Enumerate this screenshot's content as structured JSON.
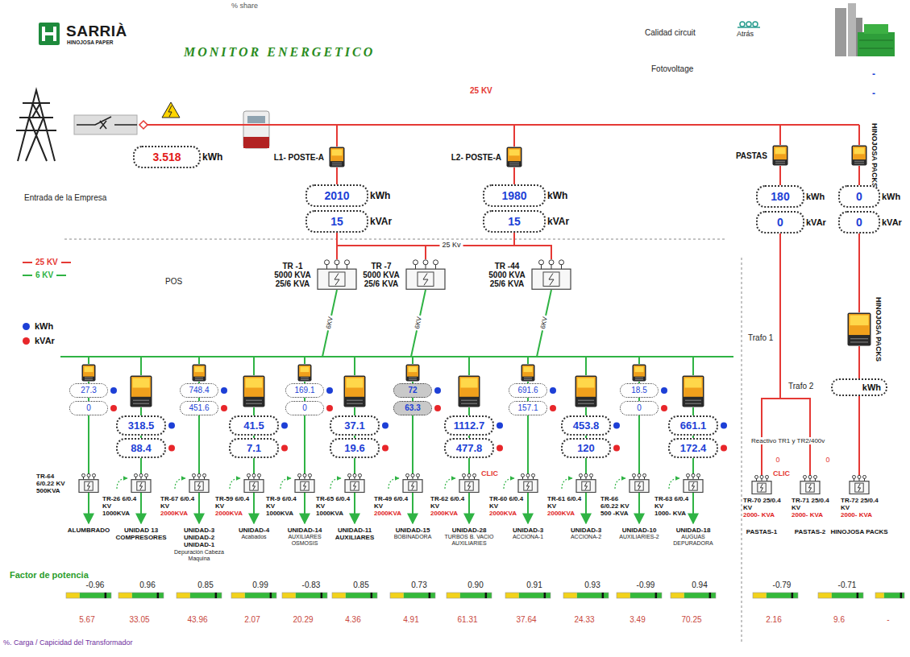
{
  "diagram": {
    "title": "MONITOR ENERGETICO",
    "nodes": [
      {
        "text": [
          "3.518",
          "kWh"
        ]
      },
      {
        "text": [
          "L1- POSTE-A"
        ]
      },
      {
        "text": [
          "2010",
          "kWh"
        ]
      },
      {
        "text": [
          "15",
          "kVAr"
        ]
      },
      {
        "text": [
          "L2- POSTE-A"
        ]
      },
      {
        "text": [
          "1980",
          "kWh"
        ]
      },
      {
        "text": [
          "15",
          "kVAr"
        ]
      },
      {
        "text": [
          "PASTAS"
        ]
      },
      {
        "text": [
          "180",
          "kWh"
        ]
      },
      {
        "text": [
          "0",
          "kVAr"
        ]
      },
      {
        "text": [
          "HINOJOSA PACKS"
        ]
      },
      {
        "text": [
          "0",
          "kWh"
        ]
      },
      {
        "text": [
          "0",
          "kVAr"
        ]
      },
      {
        "text": [
          "TR -1 5000 KVA 25/6 KVA"
        ]
      },
      {
        "text": [
          "TR -7 5000 KVA 25/6 KVA"
        ]
      },
      {
        "text": [
          "TR -44 5000 KVA 25/6 KVA"
        ]
      },
      {
        "text": [
          "27.3"
        ]
      },
      {
        "text": [
          "0"
        ]
      },
      {
        "text": [
          "TR-64 6/0.22 KV",
          "500KVA"
        ]
      },
      {
        "text": [
          "318.5"
        ]
      },
      {
        "text": [
          "88.4"
        ]
      },
      {
        "text": [
          "TR-26 6/0.4 KV",
          "1000KVA"
        ]
      },
      {
        "text": [
          "748.4"
        ]
      },
      {
        "text": [
          "451.6"
        ]
      },
      {
        "text": [
          "TR-67 6/0.4 KV",
          "2000KVA"
        ]
      },
      {
        "text": [
          "41.5"
        ]
      },
      {
        "text": [
          "7.1"
        ]
      },
      {
        "text": [
          "TR-59 6/0.4 KV",
          "2000KVA"
        ]
      },
      {
        "text": [
          "169.1"
        ]
      },
      {
        "text": [
          "0"
        ]
      },
      {
        "text": [
          "TR-9 6/0.4 KV",
          "1000KVA"
        ]
      },
      {
        "text": [
          "37.1"
        ]
      },
      {
        "text": [
          "19.6"
        ]
      },
      {
        "text": [
          "TR-65 6/0.4 KV",
          "1000KVA"
        ]
      },
      {
        "text": [
          "72"
        ]
      },
      {
        "text": [
          "63.3"
        ]
      },
      {
        "text": [
          "TR-49 6/0.4 KV",
          "2000KVA"
        ]
      },
      {
        "text": [
          "1112.7"
        ]
      },
      {
        "text": [
          "477.8"
        ]
      },
      {
        "text": [
          "TR-62 6/0.4 KV",
          "2000KVA"
        ]
      },
      {
        "text": [
          "691.6"
        ]
      },
      {
        "text": [
          "157.1"
        ]
      },
      {
        "text": [
          "TR-60 6/0.4 KV",
          "2000KVA"
        ]
      },
      {
        "text": [
          "453.8"
        ]
      },
      {
        "text": [
          "120"
        ]
      },
      {
        "text": [
          "TR-61 6/0.4 KV",
          "2000KVA"
        ]
      },
      {
        "text": [
          "18.5"
        ]
      },
      {
        "text": [
          "0"
        ]
      },
      {
        "text": [
          "TR-66 6/0.22 KV",
          "500 -KVA"
        ]
      },
      {
        "text": [
          "661.1"
        ]
      },
      {
        "text": [
          "172.4"
        ]
      },
      {
        "text": [
          "TR-63 6/0.4 KV",
          "1000- KVA"
        ]
      },
      {
        "text": [
          "HINOJOSA PACKS"
        ]
      },
      {
        "text": [
          "kWh"
        ]
      },
      {
        "text": [
          "TR-70 25/0.4 KV",
          "2000- KVA"
        ]
      },
      {
        "text": [
          "TR-71 25/0.4 KV",
          "2000- KVA"
        ]
      },
      {
        "text": [
          "TR-72 25/0.4 KV",
          "2000- KVA"
        ]
      }
    ],
    "edges": [
      {
        "from": 1,
        "to": 2,
        "arrow": "none"
      },
      {
        "from": 3,
        "to": 13,
        "arrow": "none"
      },
      {
        "from": 3,
        "to": 14,
        "arrow": "none"
      },
      {
        "from": 3,
        "to": 15,
        "arrow": "none"
      },
      {
        "from": 4,
        "to": 5,
        "arrow": "none"
      },
      {
        "from": 6,
        "to": 13,
        "arrow": "none"
      },
      {
        "from": 6,
        "to": 14,
        "arrow": "none"
      },
      {
        "from": 6,
        "to": 15,
        "arrow": "none"
      },
      {
        "from": 7,
        "to": 8,
        "arrow": "none"
      },
      {
        "from": 9,
        "to": 54,
        "arrow": "none"
      },
      {
        "from": 9,
        "to": 55,
        "arrow": "none"
      },
      {
        "from": 10,
        "to": 11,
        "arrow": "none"
      },
      {
        "from": 12,
        "to": 52,
        "arrow": "none"
      },
      {
        "from": 52,
        "to": 53,
        "arrow": "none"
      },
      {
        "from": 53,
        "to": 56,
        "arrow": "none"
      },
      {
        "from": 17,
        "to": 18,
        "arrow": "none"
      },
      {
        "from": 20,
        "to": 21,
        "arrow": "none"
      },
      {
        "from": 23,
        "to": 24,
        "arrow": "none"
      },
      {
        "from": 26,
        "to": 27,
        "arrow": "none"
      },
      {
        "from": 29,
        "to": 30,
        "arrow": "none"
      },
      {
        "from": 32,
        "to": 33,
        "arrow": "none"
      },
      {
        "from": 35,
        "to": 36,
        "arrow": "none"
      },
      {
        "from": 38,
        "to": 39,
        "arrow": "none"
      },
      {
        "from": 41,
        "to": 42,
        "arrow": "none"
      },
      {
        "from": 44,
        "to": 45,
        "arrow": "none"
      },
      {
        "from": 47,
        "to": 48,
        "arrow": "none"
      },
      {
        "from": 50,
        "to": 51,
        "arrow": "none"
      }
    ],
    "labels": [
      "% share",
      "SARRIÀ",
      "HINOJOSA PAPER",
      "Calidad circuit",
      "Atrás",
      "Fotovoltage",
      "-",
      "-",
      "25 KV",
      "Entrada de la Empresa",
      "25 Kv",
      "POS",
      "6KV",
      "6KV",
      "6KV",
      "CLIC",
      "ALUMBRADO",
      "UNIDAD 13 COMPRESORES",
      "UNIDAD-3 UNIDAD-2 UNIDAD-1",
      "Depuración Cabeza Maquina",
      "UNIDAD-4",
      "Acabados",
      "UNIDAD-14",
      "AUXILIARES OSMOSIS",
      "UNIDAD-11 AUXILIARES",
      "UNIDAD-15",
      "BOBINADORA",
      "UNIDAD-28",
      "TURBOS B. VACIO AUXILIARIES",
      "UNIDAD-3",
      "ACCIONA-1",
      "UNIDAD-3",
      "ACCIONA-2",
      "UNIDAD-10",
      "AUXILIARIES-2",
      "UNIDAD-18",
      "AUGUAS DEPURADORA",
      "Trafo 1",
      "Trafo 2",
      "Reactivo TR1 y TR2/400v",
      "0",
      "0",
      "CLIC",
      "PASTAS-1",
      "PASTAS-2",
      "HINOJOSA PACKS",
      "Factor de potencia",
      "-0.96",
      "0.96",
      "0.85",
      "0.99",
      "-0.83",
      "0.85",
      "0.73",
      "0.90",
      "0.91",
      "0.93",
      "-0.99",
      "0.94",
      "-0.79",
      "-0.71",
      "5.67",
      "33.05",
      "43.96",
      "2.07",
      "20.29",
      "4.36",
      "4.91",
      "61.31",
      "37.64",
      "24.33",
      "3.49",
      "70.25",
      "2.16",
      "9.6",
      "-",
      "%. Carga / Capicidad del Transformador"
    ],
    "legend": [
      {
        "text": "25 KV"
      },
      {
        "text": "6 KV"
      },
      {
        "text": "kWh",
        "color": "#1d3fd6"
      },
      {
        "text": "kVAr",
        "color": "#e8262a"
      }
    ]
  }
}
